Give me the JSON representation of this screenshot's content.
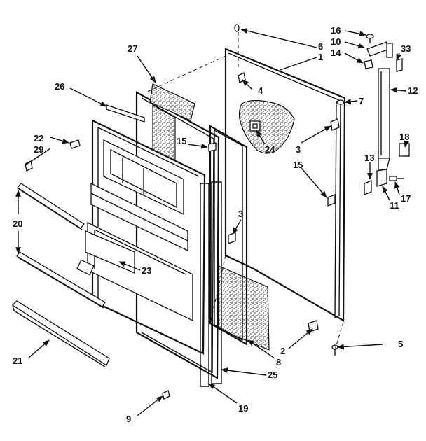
{
  "callouts": {
    "n1": "1",
    "n2": "2",
    "n3a": "3",
    "n3b": "3",
    "n4": "4",
    "n5": "5",
    "n6": "6",
    "n7": "7",
    "n8": "8",
    "n9": "9",
    "n10": "10",
    "n11": "11",
    "n12": "12",
    "n13": "13",
    "n14": "14",
    "n15a": "15",
    "n15b": "15",
    "n16": "16",
    "n17": "17",
    "n18": "18",
    "n19": "19",
    "n20": "20",
    "n21": "21",
    "n22": "22",
    "n23": "23",
    "n24": "24",
    "n25": "25",
    "n26": "26",
    "n27": "27",
    "n29": "29",
    "n33": "33"
  }
}
